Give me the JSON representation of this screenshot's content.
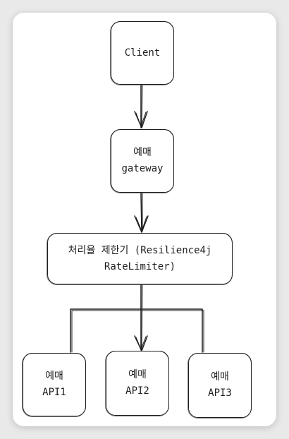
{
  "diagram": {
    "nodes": {
      "client": "Client",
      "gateway": "예매\ngateway",
      "limiter": "처리율 제한기 (Resilience4j\nRateLimiter)",
      "api1": "예매\nAPI1",
      "api2": "예매\nAPI2",
      "api3": "예매\nAPI3"
    },
    "edges": [
      {
        "from": "client",
        "to": "gateway",
        "arrow": true
      },
      {
        "from": "gateway",
        "to": "limiter",
        "arrow": true
      },
      {
        "from": "limiter",
        "to": "api1",
        "arrow": false
      },
      {
        "from": "limiter",
        "to": "api2",
        "arrow": true
      },
      {
        "from": "limiter",
        "to": "api3",
        "arrow": false
      }
    ],
    "colors": {
      "stroke": "#1e1e1e",
      "background": "#ffffff",
      "canvas": "#e9e9e9"
    }
  }
}
